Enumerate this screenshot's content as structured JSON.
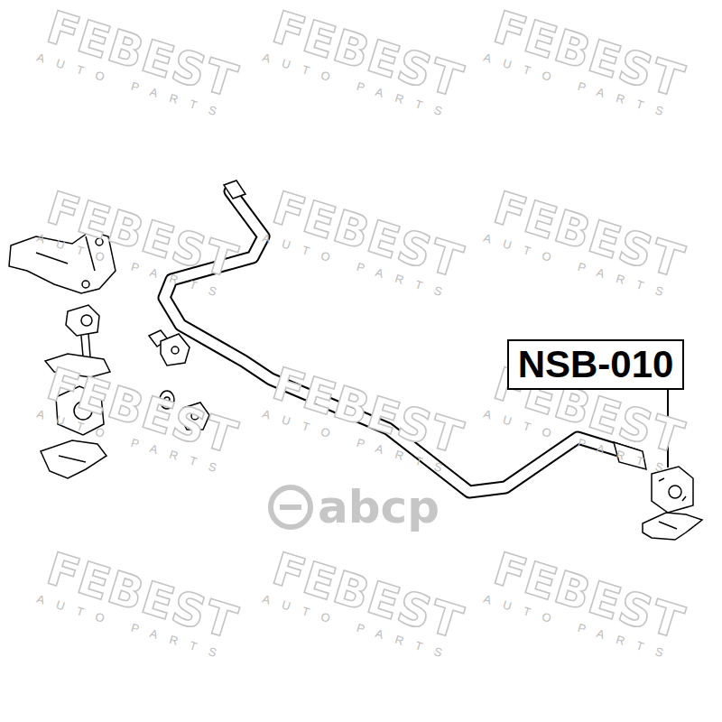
{
  "diagram": {
    "nodes": [
      {
        "text": [
          "NSB-010"
        ]
      }
    ],
    "labels": [
      "FEBEST",
      "AUTO PARTS",
      "FEBEST",
      "AUTO PARTS",
      "FEBEST",
      "AUTO PARTS",
      "FEBEST",
      "AUTO PARTS",
      "FEBEST",
      "AUTO PARTS",
      "FEBEST",
      "AUTO PARTS",
      "FEBEST",
      "AUTO PARTS",
      "FEBEST",
      "AUTO PARTS",
      "FEBEST",
      "AUTO PARTS",
      "FEBEST",
      "AUTO PARTS",
      "FEBEST",
      "AUTO PARTS",
      "FEBEST",
      "AUTO PARTS",
      "abcp"
    ]
  }
}
